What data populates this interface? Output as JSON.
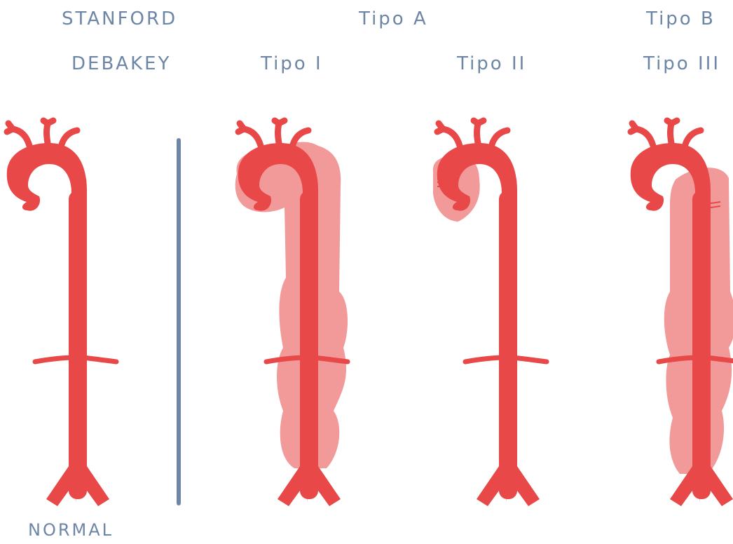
{
  "colors": {
    "label": "#6e86a6",
    "aorta": "#e84848",
    "dissection": "#f29a9a",
    "divider": "#6e86a6",
    "background": "#ffffff"
  },
  "header": {
    "stanford_label": "STANFORD",
    "debakey_label": "DEBAKEY",
    "stanford_type_a": "Tipo A",
    "stanford_type_b": "Tipo B",
    "debakey_type_1": "Tipo I",
    "debakey_type_2": "Tipo II",
    "debakey_type_3": "Tipo III"
  },
  "footer": {
    "normal_label": "NORMAL"
  },
  "diagrams": [
    {
      "id": "normal",
      "dissection": "none"
    },
    {
      "id": "tipo-1",
      "dissection": "ascending-arch-descending-abdominal"
    },
    {
      "id": "tipo-2",
      "dissection": "ascending-only"
    },
    {
      "id": "tipo-3",
      "dissection": "descending-abdominal"
    }
  ]
}
